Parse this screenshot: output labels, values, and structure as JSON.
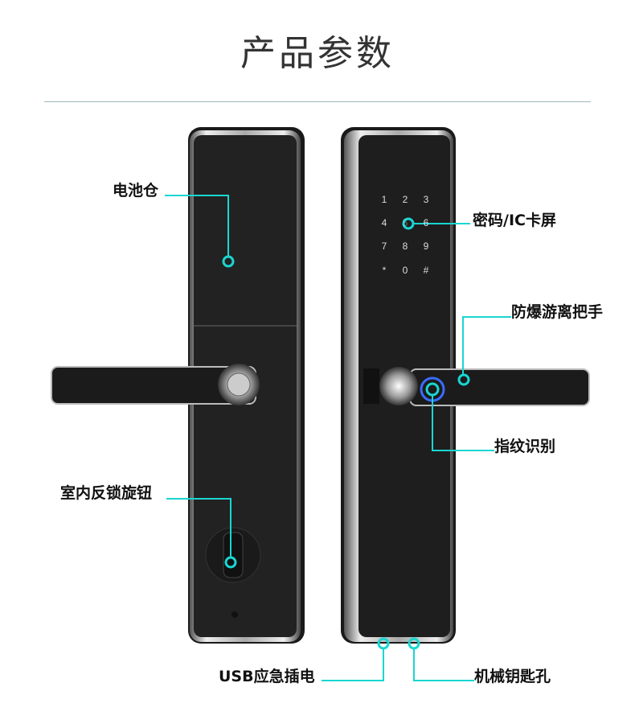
{
  "title": "产品参数",
  "accent_color": "#19d6d2",
  "keypad": [
    "1",
    "2",
    "3",
    "4",
    "5",
    "6",
    "7",
    "8",
    "9",
    "*",
    "0",
    "#"
  ],
  "callouts": {
    "battery": "电池仓",
    "screen": "密码/IC卡屏",
    "handle": "防爆游离把手",
    "fingerprint": "指纹识别",
    "knob": "室内反锁旋钮",
    "usb": "USB应急插电",
    "keyhole": "机械钥匙孔"
  }
}
